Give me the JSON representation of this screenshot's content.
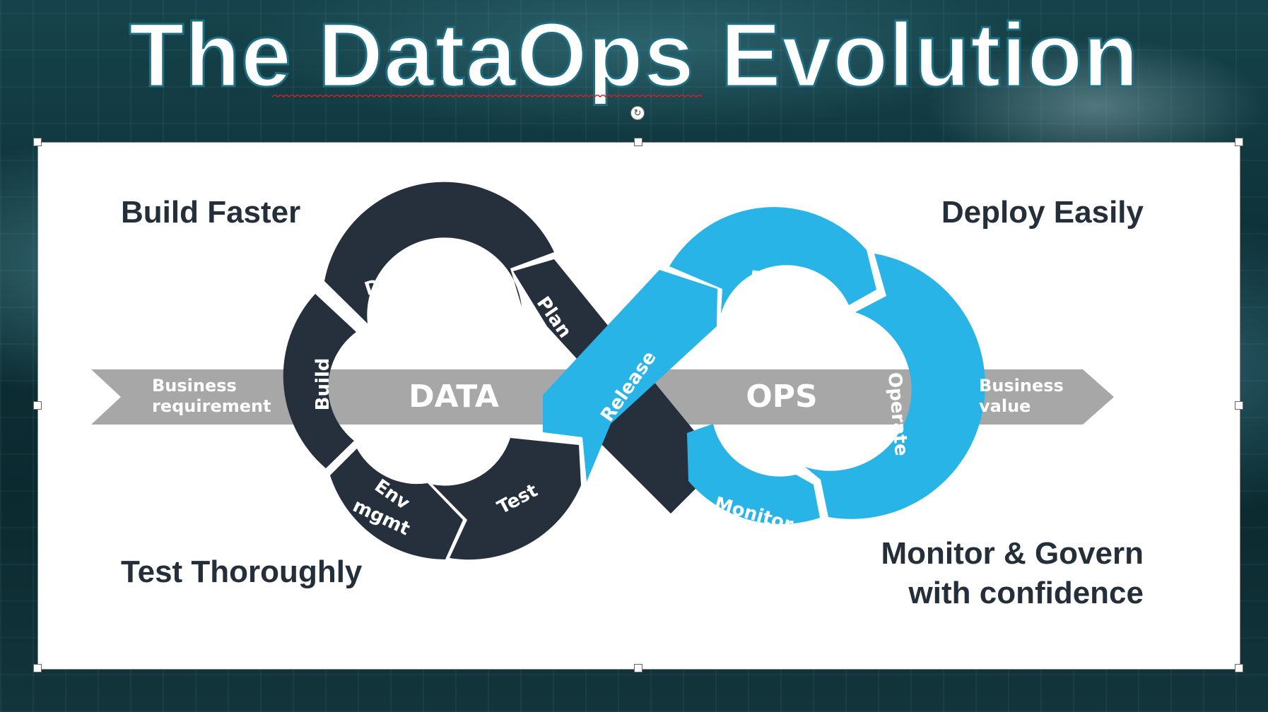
{
  "slide": {
    "title": "The DataOps Evolution"
  },
  "corners": {
    "top_left": "Build Faster",
    "top_right": "Deploy Easily",
    "bottom_left": "Test Thoroughly",
    "bottom_right_line1": "Monitor & Govern",
    "bottom_right_line2": "with confidence"
  },
  "arrow": {
    "start_line1": "Business",
    "start_line2": "requirement",
    "end_line1": "Business",
    "end_line2": "value",
    "left_center": "DATA",
    "right_center": "OPS"
  },
  "data_loop": {
    "color": "#26303c",
    "stages": [
      "Develop",
      "Plan",
      "Build",
      "Env",
      "mgmt",
      "Test"
    ]
  },
  "ops_loop": {
    "color": "#29b4e8",
    "stages": [
      "Deploy",
      "Release",
      "Operate",
      "Monitor"
    ]
  },
  "colors": {
    "arrow_gray": "#a7a7a7",
    "text_dark": "#242f3a",
    "title_outline": "#1e6d80"
  }
}
